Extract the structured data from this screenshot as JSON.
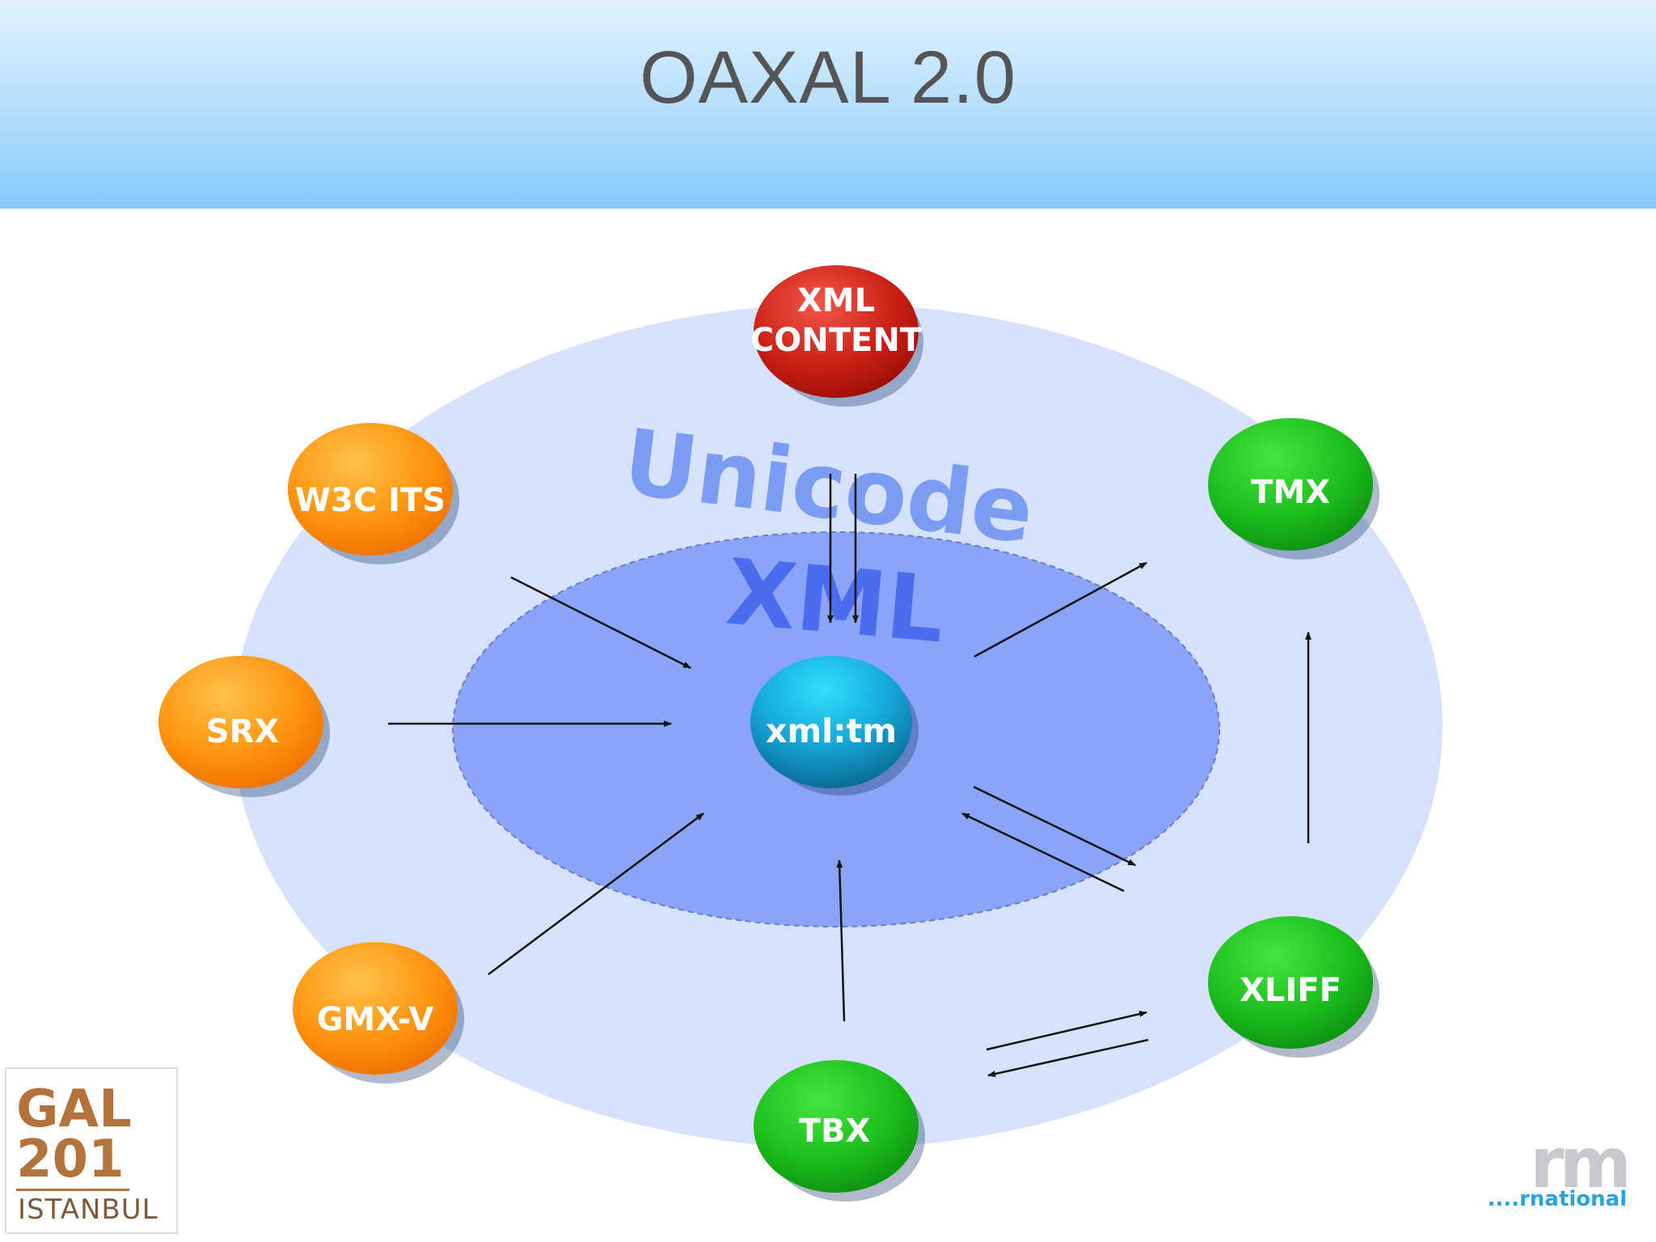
{
  "slide": {
    "title": "OAXAL 2.0"
  },
  "diagram": {
    "layers": {
      "outer_label": "Unicode",
      "inner_label": "XML"
    },
    "center": {
      "label": "xml:tm",
      "color": "#1aa6d6"
    },
    "nodes": [
      {
        "id": "xml-content",
        "label_lines": [
          "XML",
          "CONTENT"
        ],
        "color": "#c81c14"
      },
      {
        "id": "w3c-its",
        "label_lines": [
          "W3C ITS"
        ],
        "color": "#ff8a0a"
      },
      {
        "id": "srx",
        "label_lines": [
          "SRX"
        ],
        "color": "#ff8a0a"
      },
      {
        "id": "gmx-v",
        "label_lines": [
          "GMX-V"
        ],
        "color": "#ff8a0a"
      },
      {
        "id": "tbx",
        "label_lines": [
          "TBX"
        ],
        "color": "#16b21c"
      },
      {
        "id": "xliff",
        "label_lines": [
          "XLIFF"
        ],
        "color": "#16b21c"
      },
      {
        "id": "tmx",
        "label_lines": [
          "TMX"
        ],
        "color": "#16b21c"
      }
    ],
    "edges": [
      {
        "from": "xml-content",
        "to": "xml:tm"
      },
      {
        "from": "w3c-its",
        "to": "xml:tm"
      },
      {
        "from": "srx",
        "to": "xml:tm"
      },
      {
        "from": "gmx-v",
        "to": "xml:tm"
      },
      {
        "from": "tbx",
        "to": "xml:tm"
      },
      {
        "from": "xliff",
        "to": "xml:tm"
      },
      {
        "from": "xml:tm",
        "to": "xliff"
      },
      {
        "from": "xml:tm",
        "to": "tmx"
      },
      {
        "from": "xliff",
        "to": "tmx"
      },
      {
        "from": "tbx",
        "to": "xliff"
      },
      {
        "from": "xliff",
        "to": "tbx"
      }
    ]
  },
  "logos": {
    "left": {
      "line1": "GAL",
      "line2": "201",
      "line3": "ISTANBUL"
    },
    "right": {
      "mark": "rm",
      "sub": "....rnational"
    }
  },
  "colors": {
    "header_top": "#e2f2fe",
    "header_bottom": "#86c8f8",
    "outer_ellipse": "#d6e2fc",
    "inner_ellipse": "#8aa4f8",
    "unicode_text": "#7a9cf2",
    "xml_text": "#4c6cf0",
    "orange": "#ff8a0a",
    "green": "#16b21c",
    "red": "#c81c14",
    "cyan": "#1aa6d6"
  }
}
